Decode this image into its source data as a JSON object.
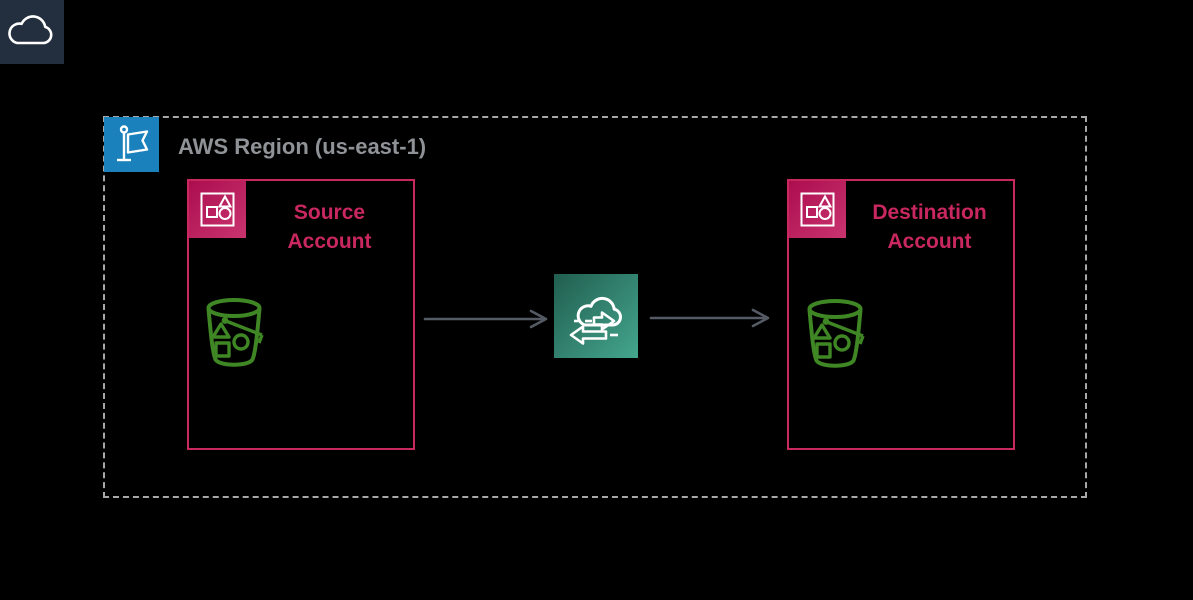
{
  "diagram": {
    "region": {
      "label": "AWS Region (us-east-1)"
    },
    "source_account": {
      "label": "Source Account"
    },
    "destination_account": {
      "label": "Destination Account"
    }
  },
  "icons": {
    "aws_cloud": "aws-cloud-icon",
    "region_flag": "region-flag-icon",
    "account": "account-shapes-icon",
    "s3_bucket": "s3-bucket-icon",
    "data_transfer": "cloud-data-transfer-icon",
    "flow_arrow": "right-arrow"
  },
  "colors": {
    "background": "#000000",
    "aws_cloud_bg": "#232F3E",
    "region_border": "#A8A8A8",
    "region_label": "#8F9296",
    "account_pink": "#C9275F",
    "account_icon_from": "#AC0D4F",
    "account_icon_to": "#C9346F",
    "bucket_green": "#3F8624",
    "flag_blue": "#1B81BC",
    "transfer_from": "#215E50",
    "transfer_to": "#44A68D",
    "arrow_gray": "#545B64"
  }
}
